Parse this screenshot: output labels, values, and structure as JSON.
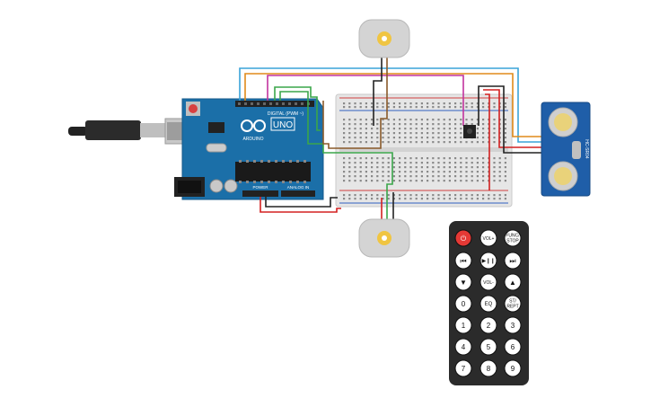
{
  "arduino": {
    "brand": "ARDUINO",
    "model": "UNO",
    "header_digital": "DIGITAL (PWM ~)",
    "header_power": "POWER",
    "header_analog": "ANALOG IN",
    "board_color": "#1b6fa8"
  },
  "sensor": {
    "model": "HC-SR04",
    "board_color": "#1f5ea8"
  },
  "remote": {
    "buttons": [
      {
        "id": "power",
        "label": "⏻",
        "color": "#e53935"
      },
      {
        "id": "vol-up",
        "label": "VOL+"
      },
      {
        "id": "func-stop",
        "label": "FUNC/ STOP"
      },
      {
        "id": "prev",
        "label": "⏮"
      },
      {
        "id": "play-pause",
        "label": "▶❙❙"
      },
      {
        "id": "next",
        "label": "⏭"
      },
      {
        "id": "down",
        "label": "▼"
      },
      {
        "id": "vol-down",
        "label": "VOL-"
      },
      {
        "id": "up",
        "label": "▲"
      },
      {
        "id": "zero",
        "label": "0"
      },
      {
        "id": "eq",
        "label": "EQ"
      },
      {
        "id": "st-rept",
        "label": "ST/ REPT"
      },
      {
        "id": "one",
        "label": "1"
      },
      {
        "id": "two",
        "label": "2"
      },
      {
        "id": "three",
        "label": "3"
      },
      {
        "id": "four",
        "label": "4"
      },
      {
        "id": "five",
        "label": "5"
      },
      {
        "id": "six",
        "label": "6"
      },
      {
        "id": "seven",
        "label": "7"
      },
      {
        "id": "eight",
        "label": "8"
      },
      {
        "id": "nine",
        "label": "9"
      }
    ]
  },
  "wire_colors": {
    "blue": "#3aa3d9",
    "orange": "#e08a1a",
    "magenta": "#c2349e",
    "green": "#3aa64a",
    "red": "#d32020",
    "black": "#222222",
    "brown": "#8a5a2a"
  },
  "motors": [
    {
      "id": "top-motor"
    },
    {
      "id": "bottom-motor"
    }
  ]
}
